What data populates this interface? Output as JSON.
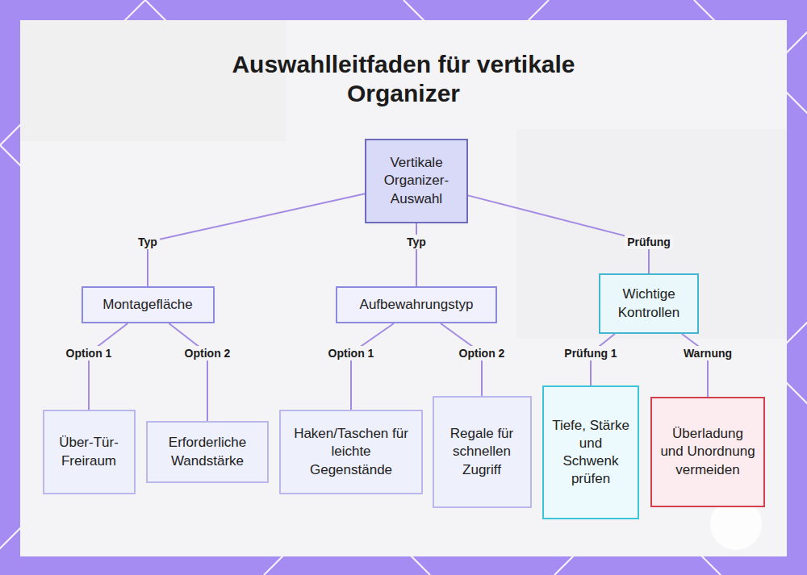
{
  "diagram": {
    "title": "Auswahlleitfaden für vertikale Organizer",
    "nodes": [
      {
        "text": [
          "Vertikale Organizer-Auswahl"
        ]
      },
      {
        "text": [
          "Montagefläche"
        ]
      },
      {
        "text": [
          "Aufbewahrungstyp"
        ]
      },
      {
        "text": [
          "Wichtige Kontrollen"
        ]
      },
      {
        "text": [
          "Über-Tür-Freiraum"
        ]
      },
      {
        "text": [
          "Erforderliche Wandstärke"
        ]
      },
      {
        "text": [
          "Haken/Taschen für leichte Gegenstände"
        ]
      },
      {
        "text": [
          "Regale für schnellen Zugriff"
        ]
      },
      {
        "text": [
          "Tiefe, Stärke und Schwenk prüfen"
        ]
      },
      {
        "text": [
          "Überladung und Unordnung vermeiden"
        ]
      }
    ],
    "edges": [
      {
        "from": 0,
        "to": 1,
        "label": "Typ",
        "arrow": "none"
      },
      {
        "from": 0,
        "to": 2,
        "label": "Typ",
        "arrow": "none"
      },
      {
        "from": 0,
        "to": 3,
        "label": "Prüfung",
        "arrow": "none"
      },
      {
        "from": 1,
        "to": 4,
        "label": "Option 1",
        "arrow": "none"
      },
      {
        "from": 1,
        "to": 5,
        "label": "Option 2",
        "arrow": "none"
      },
      {
        "from": 2,
        "to": 6,
        "label": "Option 1",
        "arrow": "none"
      },
      {
        "from": 2,
        "to": 7,
        "label": "Option 2",
        "arrow": "none"
      },
      {
        "from": 3,
        "to": 8,
        "label": "Prüfung 1",
        "arrow": "none"
      },
      {
        "from": 3,
        "to": 9,
        "label": "Warnung",
        "arrow": "none"
      }
    ]
  }
}
